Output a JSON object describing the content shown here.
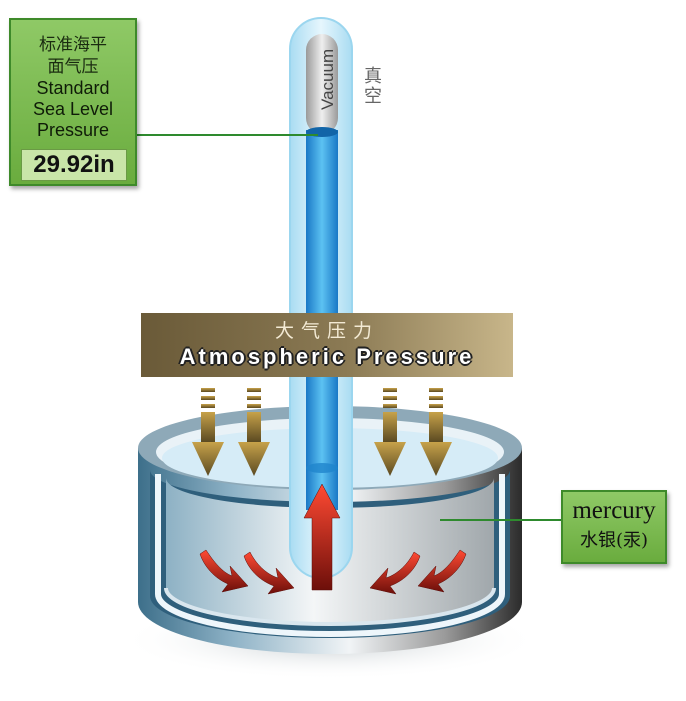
{
  "standard_pressure": {
    "label_zh_line1": "标准海平",
    "label_zh_line2": "面气压",
    "label_en_line1": "Standard",
    "label_en_line2": "Sea Level",
    "label_en_line3": "Pressure",
    "value": "29.92in"
  },
  "vacuum": {
    "label_en": "Vacuum",
    "label_zh": "真空"
  },
  "atmospheric": {
    "label_zh": "大气压力",
    "label_en": "Atmospheric Pressure"
  },
  "mercury": {
    "label_en": "mercury",
    "label_zh": "水银(汞)"
  },
  "colors": {
    "label_green": "#77b84a",
    "mercury_blue": "#2a93db",
    "arrow_brown": "#6b5a2c",
    "arrow_red": "#d83020"
  }
}
